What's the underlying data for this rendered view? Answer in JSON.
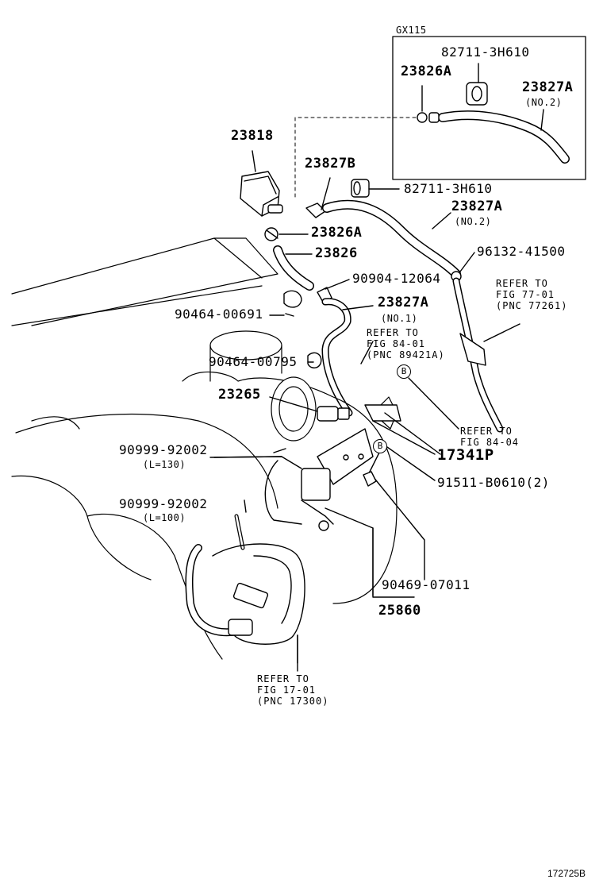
{
  "variant_box": {
    "label": "GX115"
  },
  "callouts": {
    "p82711_top": "82711-3H610",
    "p23826a_top": "23826A",
    "p23827a_top": "23827A",
    "p23827a_top_note": "(NO.2)",
    "p23818": "23818",
    "p23827b": "23827B",
    "p82711_mid": "82711-3H610",
    "p23827a_mid": "23827A",
    "p23827a_mid_note": "(NO.2)",
    "p23826a": "23826A",
    "p23826": "23826",
    "p96132": "96132-41500",
    "p90904": "90904-12064",
    "p90464_00691": "90464-00691",
    "p23827a_no1": "23827A",
    "p23827a_no1_note": "(NO.1)",
    "p90464_00795": "90464-00795",
    "p23265": "23265",
    "p17341p": "17341P",
    "p90999_130": "90999-92002",
    "p90999_130_note": "(L=130)",
    "p90999_100": "90999-92002",
    "p90999_100_note": "(L=100)",
    "p91511": "91511-B0610(2)",
    "p90469": "90469-07011",
    "p25860": "25860"
  },
  "refer_notes": {
    "fig77": "REFER TO\nFIG 77-01\n(PNC 77261)",
    "fig84_01": "REFER TO\nFIG 84-01\n(PNC 89421A)",
    "fig84_04": "REFER TO\nFIG 84-04",
    "fig17": "REFER TO\nFIG 17-01\n(PNC 17300)"
  },
  "badges": {
    "b1": "B",
    "b2": "B"
  },
  "figure_id": "172725B"
}
